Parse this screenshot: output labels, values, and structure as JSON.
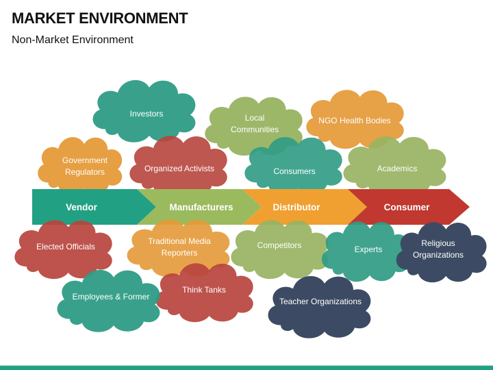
{
  "header": {
    "title": "MARKET ENVIRONMENT",
    "subtitle": "Non-Market Environment"
  },
  "colors": {
    "teal": "#22a084",
    "green": "#9bba5e",
    "orange": "#f0a030",
    "red": "#c0382f",
    "navy": "#3e4e66",
    "cloud_teal": "#2f9c85",
    "cloud_green": "#98b462",
    "cloud_orange": "#e59a38",
    "cloud_red": "#b8453d",
    "cloud_navy": "#3c4b63"
  },
  "value_chain": [
    {
      "label": "Vendor",
      "color": "#22a084"
    },
    {
      "label": "Manufacturers",
      "color": "#9bba5e"
    },
    {
      "label": "Distributor",
      "color": "#f0a030"
    },
    {
      "label": "Consumer",
      "color": "#c0382f"
    }
  ],
  "clouds_top": [
    {
      "id": "investors",
      "lines": [
        "Investors"
      ]
    },
    {
      "id": "local-communities",
      "lines": [
        "Local",
        "Communities"
      ]
    },
    {
      "id": "ngo-health-bodies",
      "lines": [
        "NGO Health Bodies"
      ]
    },
    {
      "id": "government-regulators",
      "lines": [
        "Government",
        "Regulators"
      ]
    },
    {
      "id": "organized-activists",
      "lines": [
        "Organized Activists"
      ]
    },
    {
      "id": "consumers",
      "lines": [
        "Consumers"
      ]
    },
    {
      "id": "academics",
      "lines": [
        "Academics"
      ]
    }
  ],
  "clouds_bottom": [
    {
      "id": "elected-officials",
      "lines": [
        "Elected Officials"
      ]
    },
    {
      "id": "traditional-media-reporters",
      "lines": [
        "Traditional Media",
        "Reporters"
      ]
    },
    {
      "id": "competitors",
      "lines": [
        "Competitors"
      ]
    },
    {
      "id": "experts",
      "lines": [
        "Experts"
      ]
    },
    {
      "id": "religious-organizations",
      "lines": [
        "Religious",
        "Organizations"
      ]
    },
    {
      "id": "employees-former",
      "lines": [
        "Employees & Former"
      ]
    },
    {
      "id": "think-tanks",
      "lines": [
        "Think Tanks"
      ]
    },
    {
      "id": "teacher-organizations",
      "lines": [
        "Teacher Organizations"
      ]
    }
  ]
}
